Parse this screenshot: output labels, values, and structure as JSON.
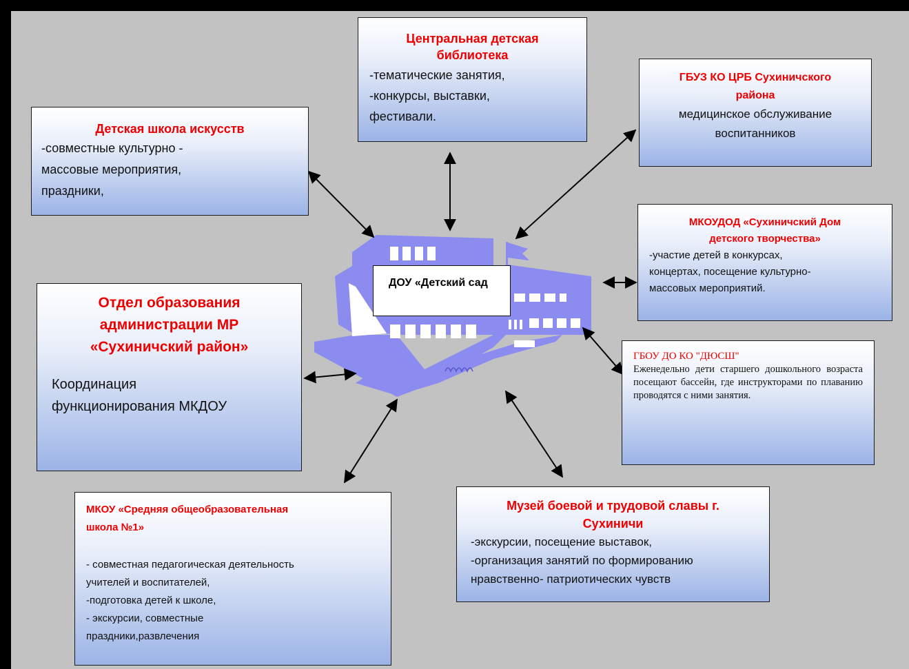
{
  "center": {
    "label": "ДОУ «Детский сад"
  },
  "library": {
    "title_lines": [
      "Центральная детская",
      "библиотека"
    ],
    "body_lines": [
      "-тематические занятия,",
      "-конкурсы, выставки,",
      "фестивали."
    ]
  },
  "art_school": {
    "title": "Детская школа искусств",
    "body_lines": [
      "-совместные культурно -",
      "массовые мероприятия,",
      "праздники,"
    ]
  },
  "hospital": {
    "title_lines": [
      "ГБУЗ КО ЦРБ  Сухиничского",
      "района"
    ],
    "body_lines": [
      "медицинское обслуживание",
      "воспитанников"
    ]
  },
  "house_creativity": {
    "title_lines": [
      "МКОУДОД «Сухиничский Дом",
      "детского творчества»"
    ],
    "body_lines": [
      "-участие детей в конкурсах,",
      "концертах, посещение культурно-",
      "массовых мероприятий."
    ]
  },
  "education_dept": {
    "title_lines": [
      "Отдел образования",
      "администрации МР",
      "«Сухиничский  район»"
    ],
    "body_lines": [
      "Координация",
      "функционирования МКДОУ"
    ]
  },
  "sports_school": {
    "title": "ГБОУ ДО КО \"ДЮСШ\"",
    "body": "Еженедельно дети старшего дошкольного возраста посещают бассейн, где инструкторами по плаванию проводятся с ними занятия."
  },
  "school1": {
    "title_lines": [
      "МКОУ «Средняя общеобразовательная",
      "школа №1»"
    ],
    "body_lines": [
      "- совместная педагогическая деятельность",
      "учителей и воспитателей,",
      "-подготовка детей к школе,",
      "- экскурсии, совместные",
      "праздники,развлечения"
    ]
  },
  "museum": {
    "title_lines": [
      "Музей боевой и трудовой славы г.",
      "Сухиничи"
    ],
    "body_lines": [
      "-экскурсии, посещение выставок,",
      "-организация занятий по формированию",
      "нравственно- патриотических чувств"
    ]
  },
  "colors": {
    "background": "#c2c2c2",
    "border": "#000000",
    "title": "#ee0000",
    "building": "#8c8cf0",
    "box_gradient_bottom": "#9bb3e6"
  }
}
